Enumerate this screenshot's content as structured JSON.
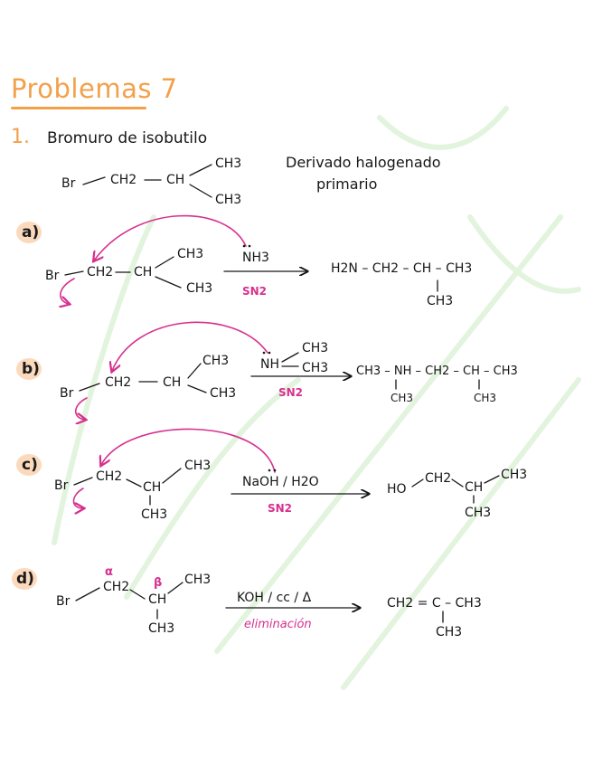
{
  "title": "Problemas 7",
  "problem": {
    "number": "1.",
    "name": "Bromuro de isobutilo",
    "classification_line1": "Derivado halogenado",
    "classification_line2": "primario"
  },
  "substrate": {
    "br": "Br",
    "ch2": "CH2",
    "ch": "CH",
    "ch3_top": "CH3",
    "ch3_bottom": "CH3"
  },
  "parts": {
    "a": {
      "label": "a)",
      "reagent": "NH3",
      "condition": "SN2",
      "product_main": "H2N – CH2 – CH – CH3",
      "product_branch": "CH3"
    },
    "b": {
      "label": "b)",
      "reagent_nh": "NH",
      "reagent_ch3_top": "CH3",
      "reagent_ch3_side": "CH3",
      "condition": "SN2",
      "product_main": "CH3 – NH – CH2 – CH – CH3",
      "product_branch_n": "CH3",
      "product_branch_c": "CH3"
    },
    "c": {
      "label": "c)",
      "reagent": "NaOH / H2O",
      "condition": "SN2",
      "product_main": "HO",
      "product_ch2": "CH2",
      "product_ch": "CH",
      "product_ch3_top": "CH3",
      "product_ch3_bottom": "CH3"
    },
    "d": {
      "label": "d)",
      "alpha": "α",
      "beta": "β",
      "reagent": "KOH / cc / Δ",
      "condition": "eliminación",
      "product_main": "CH2 = C – CH3",
      "product_branch": "CH3"
    }
  },
  "colors": {
    "accent_orange": "#f3a04a",
    "arrow_pink": "#d6308f",
    "label_bg": "#fbd9bd",
    "watermark_green": "#dff3d9"
  }
}
